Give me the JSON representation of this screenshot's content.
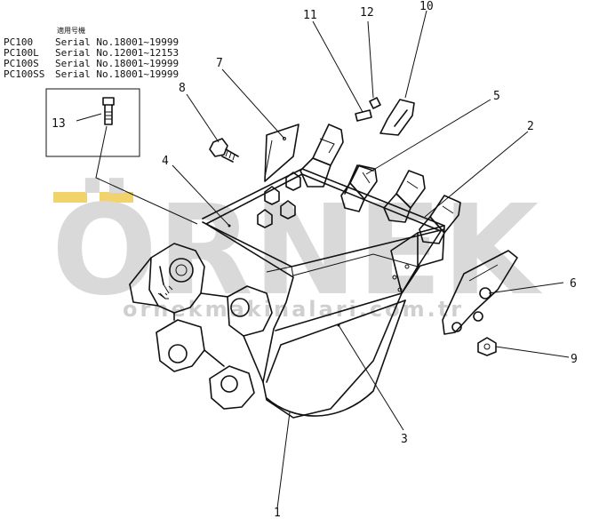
{
  "serial_block": {
    "title": "適用号機",
    "rows": [
      {
        "model": "PC100",
        "serial": "Serial No.18001~19999"
      },
      {
        "model": "PC100L",
        "serial": "Serial No.12001~12153"
      },
      {
        "model": "PC100S",
        "serial": "Serial No.18001~19999"
      },
      {
        "model": "PC100SS",
        "serial": "Serial No.18001~19999"
      }
    ]
  },
  "callouts": {
    "p1": "1",
    "p2": "2",
    "p3": "3",
    "p4": "4",
    "p5": "5",
    "p6": "6",
    "p7": "7",
    "p8": "8",
    "p9": "9",
    "p10": "10",
    "p11": "11",
    "p12": "12",
    "p13": "13"
  },
  "watermark": {
    "logo": "ÖRNEK",
    "url": "ornekmakinalari.com.tr",
    "color": "#d9d9d9",
    "accent": "#f2d26a"
  }
}
